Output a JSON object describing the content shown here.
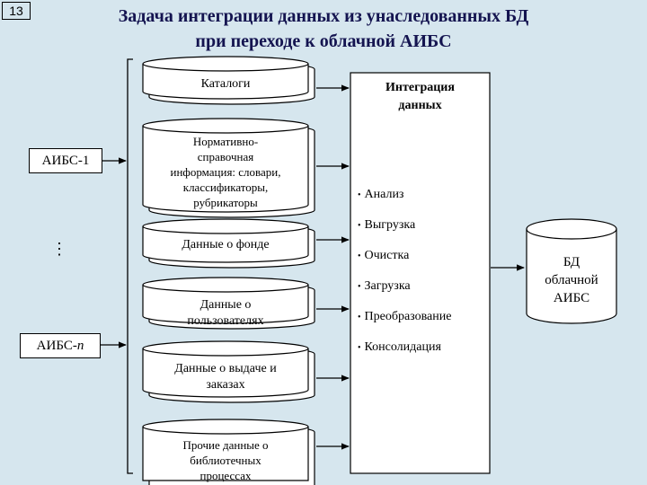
{
  "slide_number": "13",
  "title": {
    "line1": "Задача интеграции данных из унаследованных БД",
    "line2": "при переходе к облачной АИБС"
  },
  "sources": {
    "aibs_1": "АИБС-1",
    "ellipsis": "⋮",
    "aibs_n_prefix": "АИБС-",
    "aibs_n_suffix": "n"
  },
  "databases": [
    {
      "lines": [
        "Каталоги"
      ]
    },
    {
      "lines": [
        "Нормативно-",
        "справочная",
        "информация: словари,",
        "классификаторы,",
        "рубрикаторы"
      ]
    },
    {
      "lines": [
        "Данные о фонде"
      ]
    },
    {
      "lines": [
        "Данные о",
        "пользователях"
      ]
    },
    {
      "lines": [
        "Данные о выдаче и",
        "заказах"
      ]
    },
    {
      "lines": [
        "Прочие данные о",
        "библиотечных",
        "процессах"
      ]
    }
  ],
  "integration": {
    "title_line1": "Интеграция",
    "title_line2": "данных",
    "operations": [
      "Анализ",
      "Выгрузка",
      "Очистка",
      "Загрузка",
      "Преобразование",
      "Консолидация"
    ],
    "bullet": "•"
  },
  "target_db": {
    "line1": "БД",
    "line2": "облачной",
    "line3": "АИБС"
  },
  "colors": {
    "background": "#d6e6ee",
    "title": "#141450",
    "shape_fill": "#ffffff",
    "stroke": "#000000"
  }
}
